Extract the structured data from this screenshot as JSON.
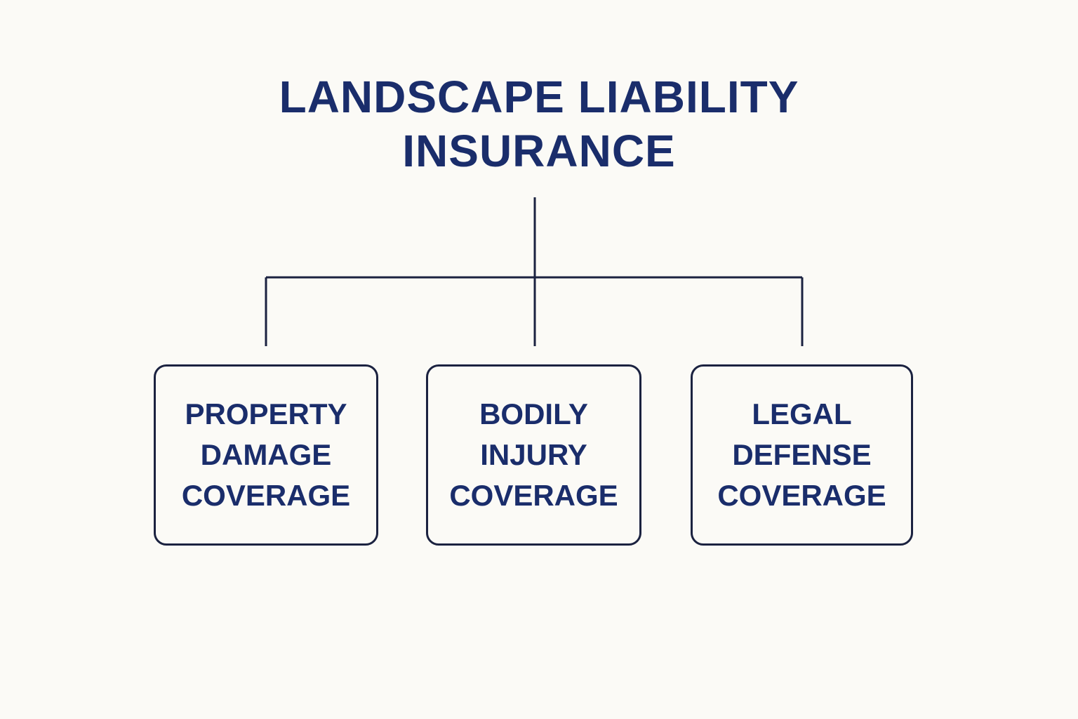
{
  "title": {
    "line1": "LANDSCAPE LIABILITY",
    "line2": "INSURANCE"
  },
  "nodes": [
    {
      "line1": "PROPERTY",
      "line2": "DAMAGE",
      "line3": "COVERAGE"
    },
    {
      "line1": "BODILY",
      "line2": "INJURY",
      "line3": "COVERAGE"
    },
    {
      "line1": "LEGAL",
      "line2": "DEFENSE",
      "line3": "COVERAGE"
    }
  ],
  "colors": {
    "background": "#fbfaf6",
    "text": "#1a2d6b",
    "lines": "#1b2240"
  }
}
